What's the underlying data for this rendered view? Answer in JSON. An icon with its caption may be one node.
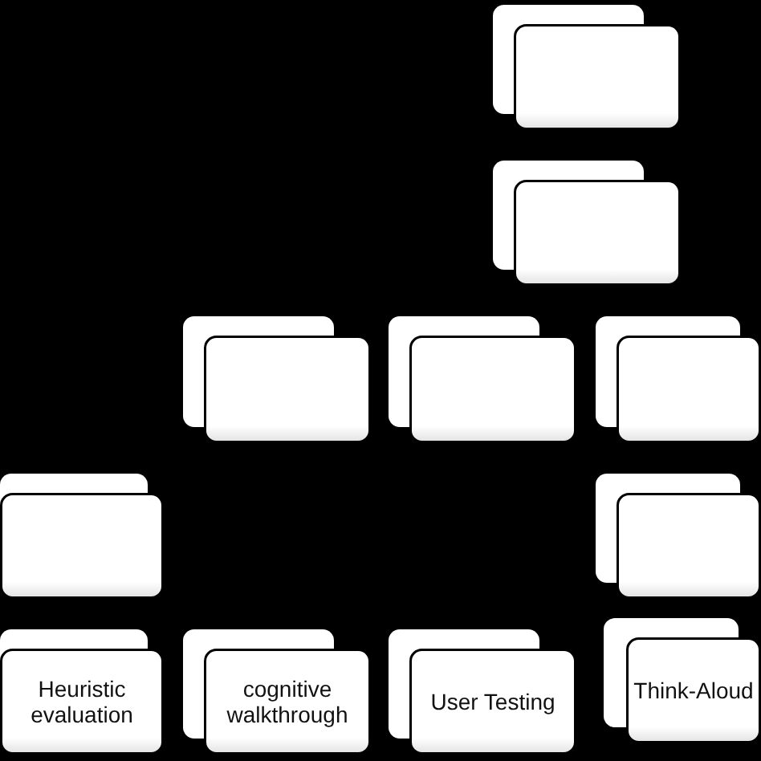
{
  "diagram": {
    "nodes": [
      {
        "text": [],
        "shape": "box"
      },
      {
        "text": [],
        "shape": "box"
      },
      {
        "text": [],
        "shape": "box"
      },
      {
        "text": [],
        "shape": "box"
      },
      {
        "text": [],
        "shape": "box"
      },
      {
        "text": [],
        "shape": "box"
      },
      {
        "text": [],
        "shape": "box"
      },
      {
        "text": [
          "Heuristic evaluation"
        ]
      },
      {
        "text": [
          "cognitive walkthrough"
        ]
      },
      {
        "text": [
          "User Testing"
        ]
      },
      {
        "text": [
          "Think-Aloud"
        ]
      }
    ]
  }
}
